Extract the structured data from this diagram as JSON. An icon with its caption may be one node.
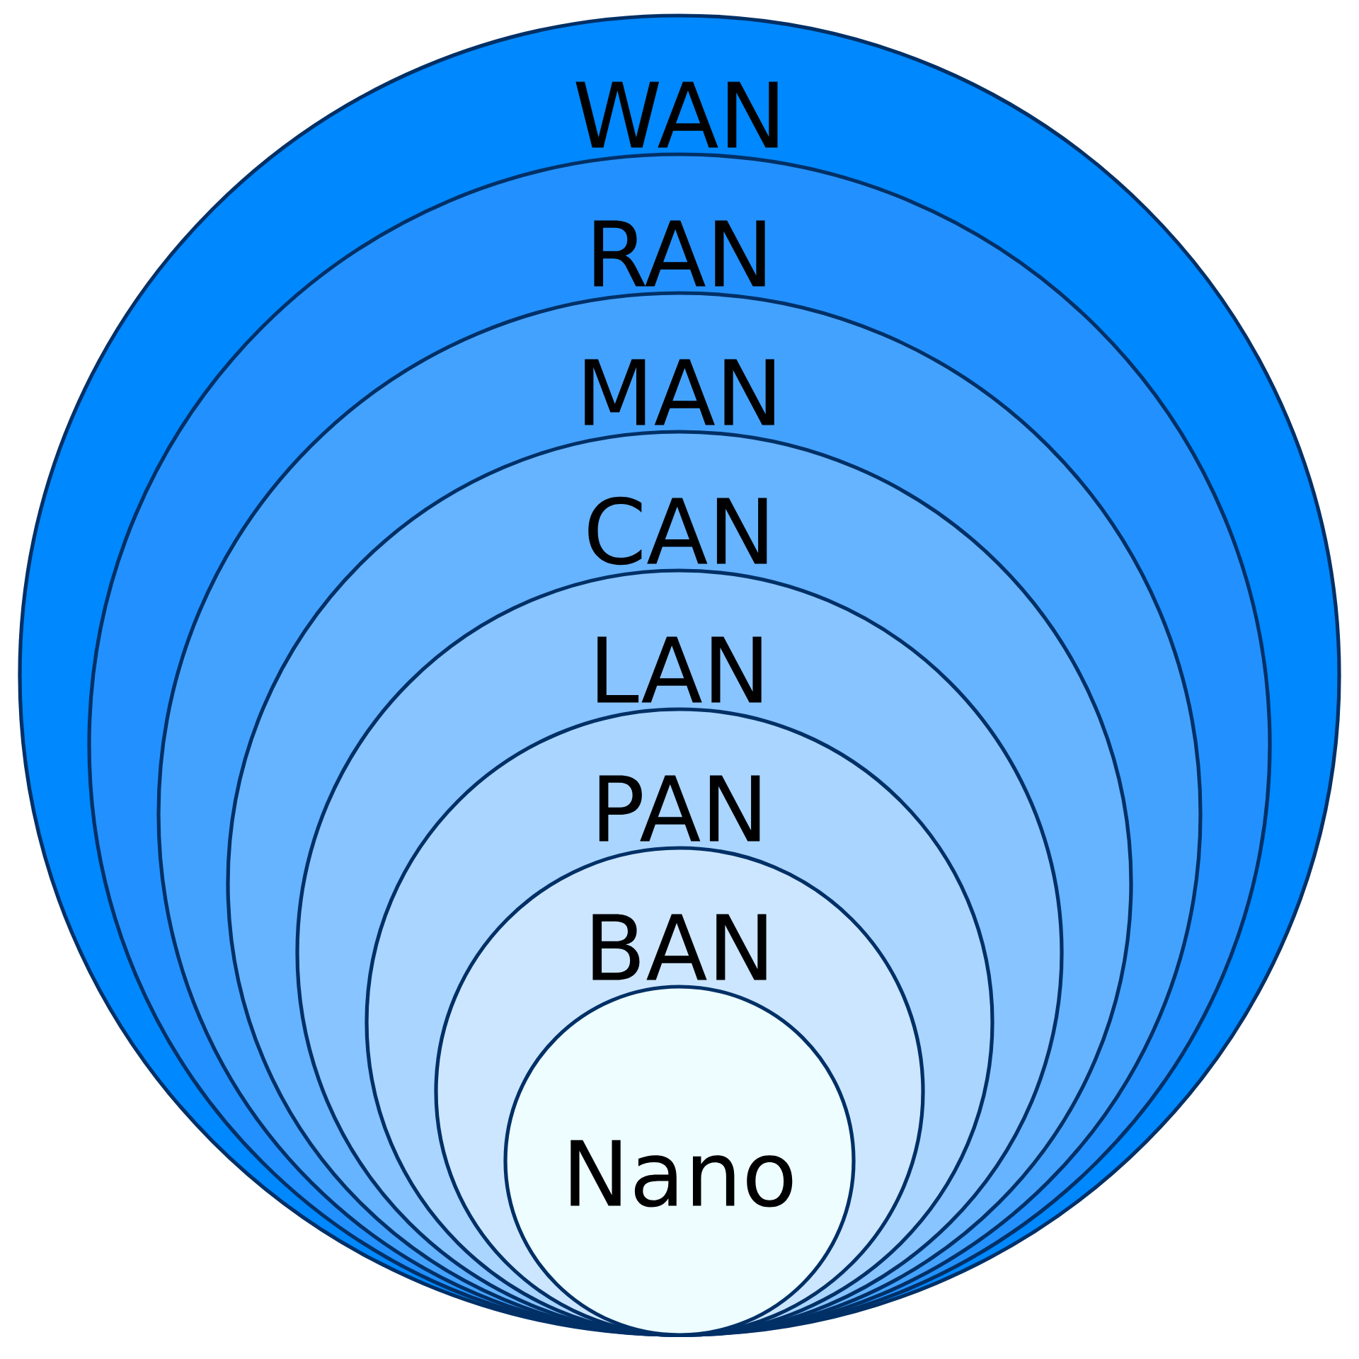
{
  "diagram": {
    "nodes": [
      {
        "text": [
          "WAN"
        ]
      },
      {
        "text": [
          "RAN"
        ],
        "in": 0
      },
      {
        "text": [
          "MAN"
        ],
        "in": 1
      },
      {
        "text": [
          "CAN"
        ],
        "in": 2
      },
      {
        "text": [
          "LAN"
        ],
        "in": 3
      },
      {
        "text": [
          "PAN"
        ],
        "in": 4
      },
      {
        "text": [
          "BAN"
        ],
        "in": 5
      },
      {
        "text": [
          "Nano"
        ],
        "in": 6
      }
    ]
  }
}
